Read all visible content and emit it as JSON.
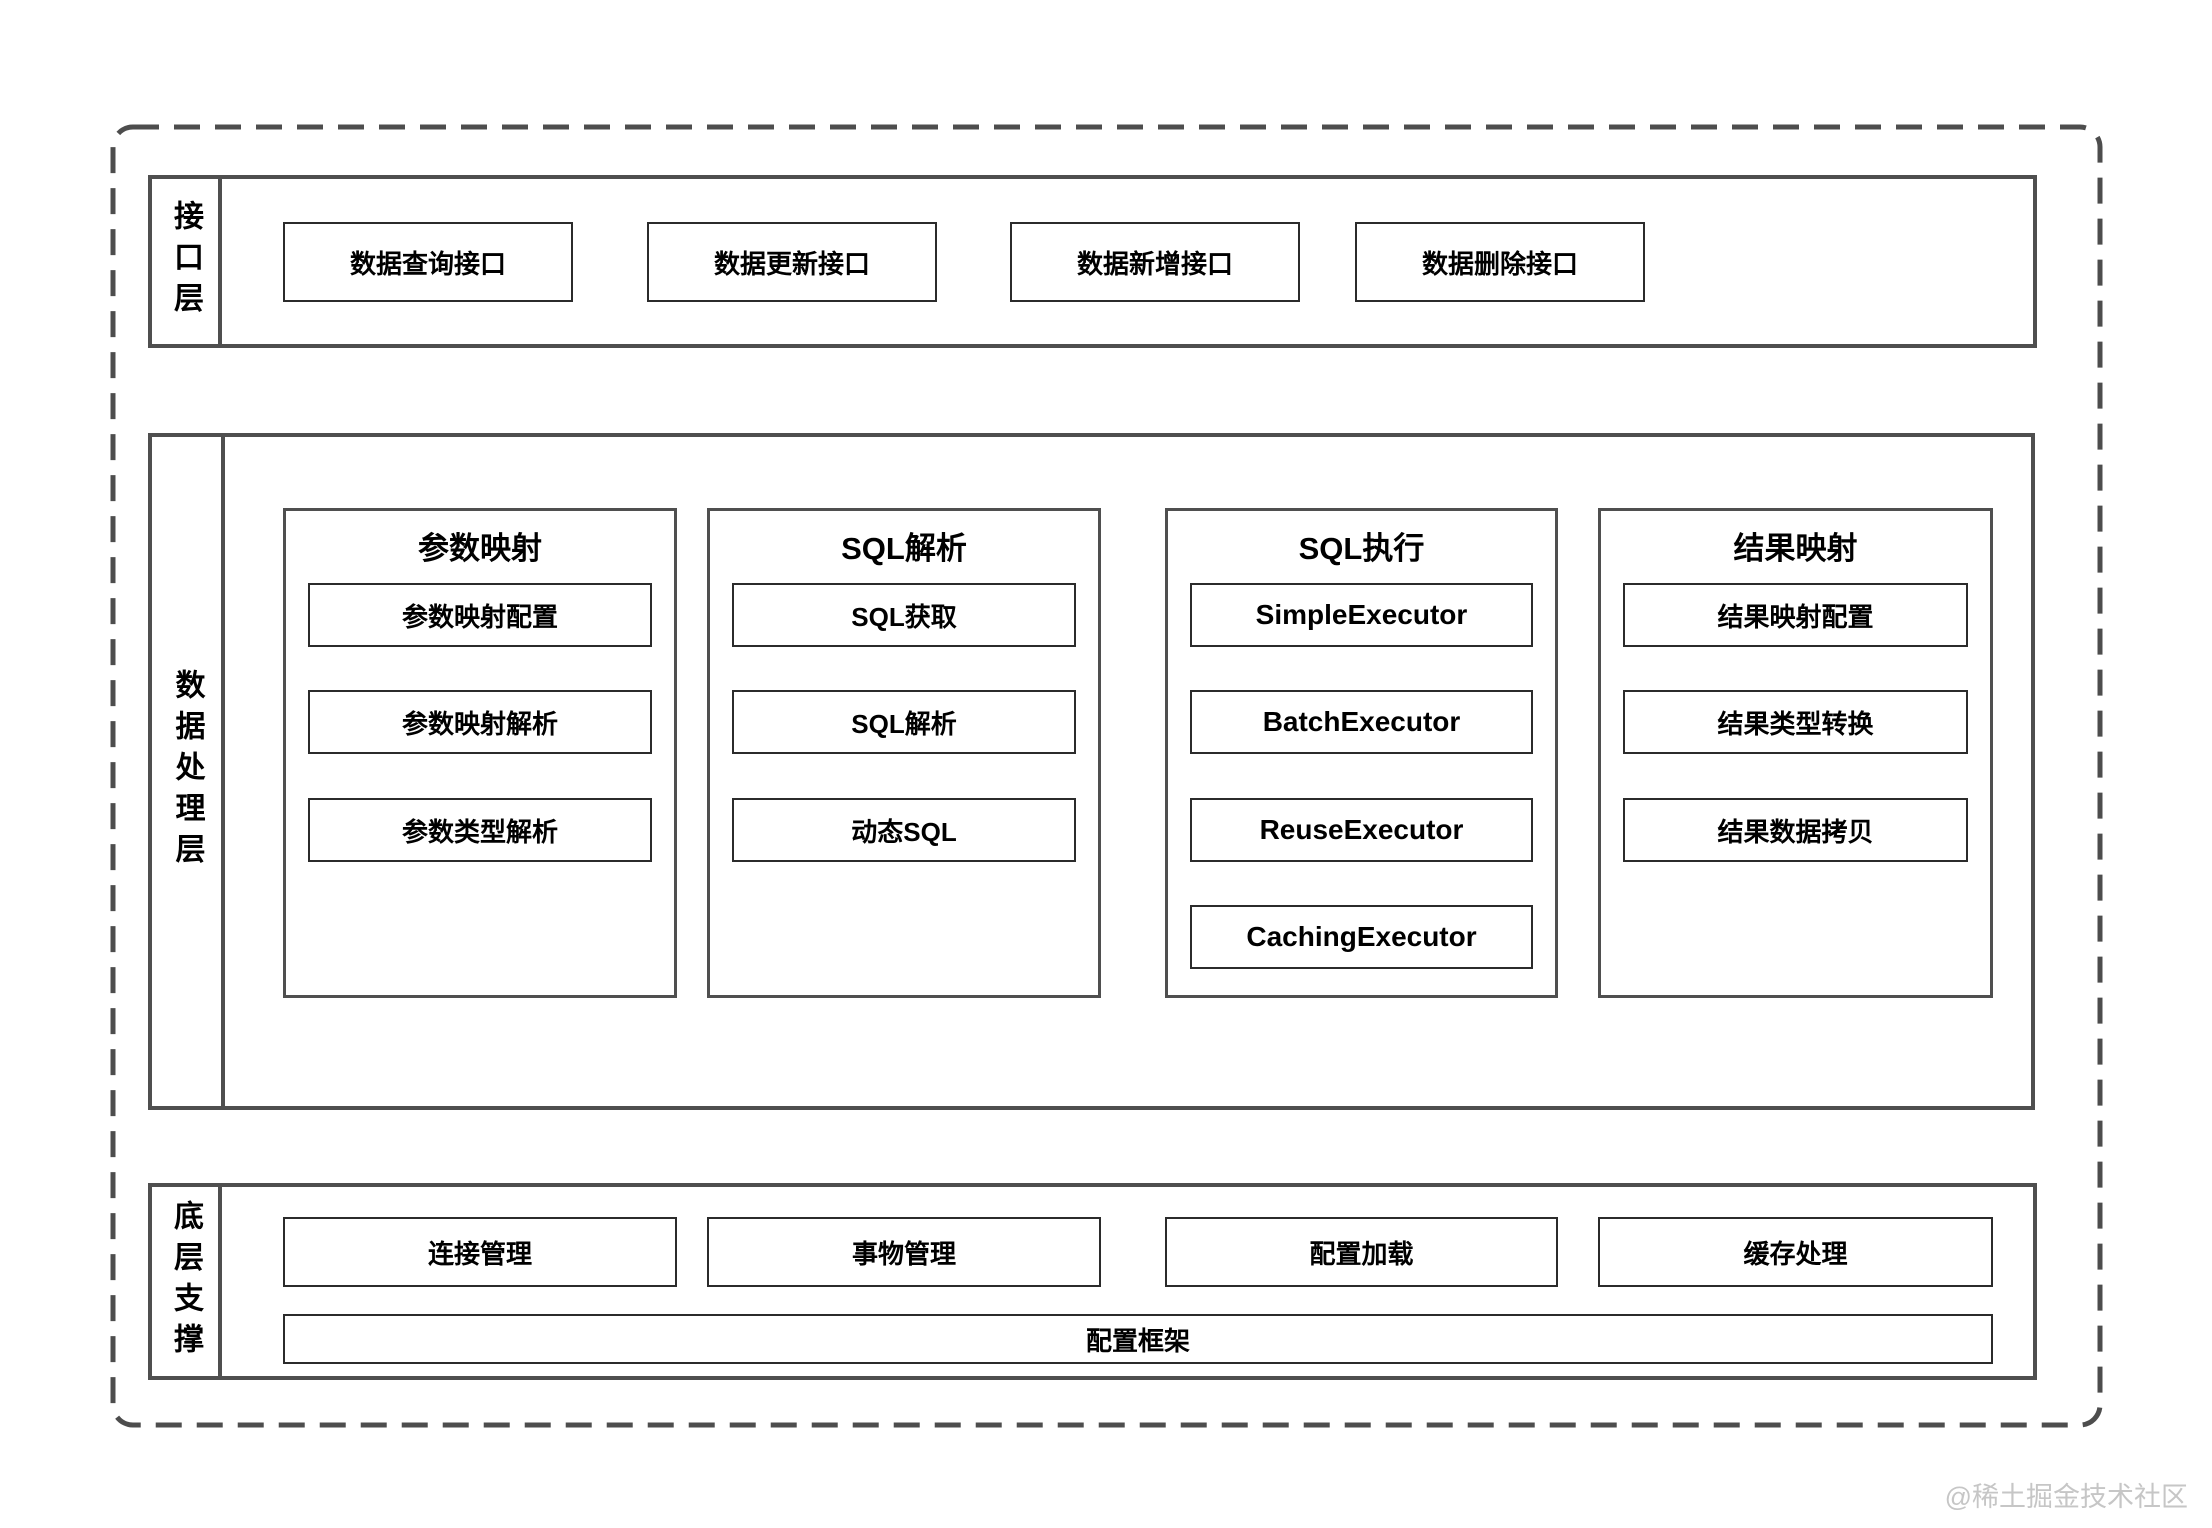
{
  "watermark": "@稀土掘金技术社区",
  "colors": {
    "section_border": "#4f4f4f",
    "box_border": "#2b2b2b",
    "text": "#000000",
    "watermark": "#c6c6c6",
    "background": "#ffffff"
  },
  "layers": {
    "interface": {
      "label": "接口层",
      "boxes": [
        "数据查询接口",
        "数据更新接口",
        "数据新增接口",
        "数据删除接口"
      ]
    },
    "processing": {
      "label": "数据处理层",
      "columns": [
        {
          "title": "参数映射",
          "items": [
            "参数映射配置",
            "参数映射解析",
            "参数类型解析"
          ]
        },
        {
          "title": "SQL解析",
          "items": [
            "SQL获取",
            "SQL解析",
            "动态SQL"
          ]
        },
        {
          "title": "SQL执行",
          "items": [
            "SimpleExecutor",
            "BatchExecutor",
            "ReuseExecutor",
            "CachingExecutor"
          ]
        },
        {
          "title": "结果映射",
          "items": [
            "结果映射配置",
            "结果类型转换",
            "结果数据拷贝"
          ]
        }
      ]
    },
    "foundation": {
      "label": "底层支撑",
      "boxes": [
        "连接管理",
        "事物管理",
        "配置加载",
        "缓存处理"
      ],
      "wide_box": "配置框架"
    }
  }
}
